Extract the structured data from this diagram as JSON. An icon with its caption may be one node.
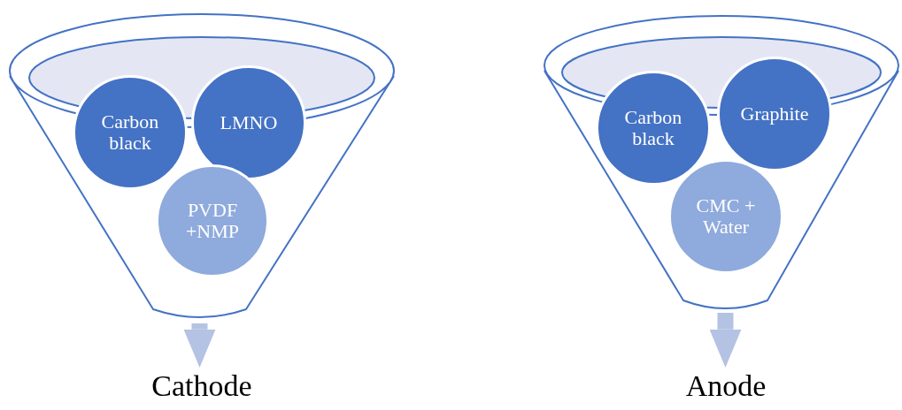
{
  "diagram": {
    "nodes": [
      {
        "text": [],
        "shape": "funnel"
      },
      {
        "text": [
          "Carbon black"
        ],
        "in": 0
      },
      {
        "text": [
          "LMNO"
        ],
        "in": 0
      },
      {
        "text": [
          "PVDF +NMP"
        ],
        "in": 0
      },
      {
        "text": [
          "Cathode"
        ]
      },
      {
        "text": [],
        "shape": "funnel"
      },
      {
        "text": [
          "Carbon black"
        ],
        "in": 5
      },
      {
        "text": [
          "Graphite"
        ],
        "in": 5
      },
      {
        "text": [
          "CMC + Water"
        ],
        "in": 5
      },
      {
        "text": [
          "Anode"
        ]
      }
    ],
    "edges": [
      {
        "from": 0,
        "to": 4,
        "arrow": "to"
      },
      {
        "from": 5,
        "to": 9,
        "arrow": "to"
      }
    ]
  }
}
